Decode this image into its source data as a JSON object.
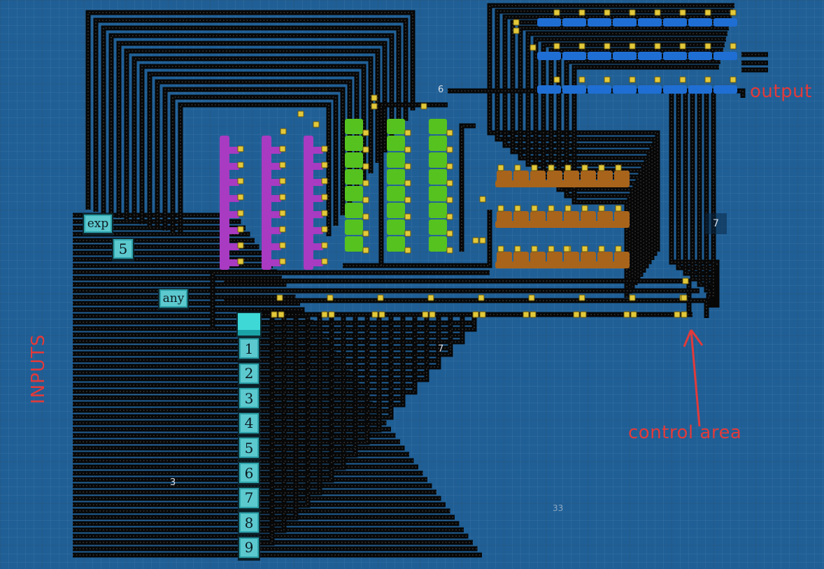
{
  "labels": {
    "inputs": "INPUTS",
    "output": "output",
    "control_area": "control area"
  },
  "blocks": {
    "exp": "exp",
    "five": "5",
    "any": "any",
    "keypad": [
      "1",
      "2",
      "3",
      "4",
      "5",
      "6",
      "7",
      "8",
      "9"
    ]
  },
  "markers": {
    "top_center": "6",
    "right_mid": "7",
    "center": "7",
    "left_bottom": "3",
    "bottom": "33"
  },
  "colors": {
    "background": "#1f5f96",
    "wire": "#070707",
    "wire_dots": "#3a3a3a",
    "node": "#e3c93a",
    "magenta_gate": "#a83bc1",
    "green_gate": "#56c21f",
    "orange_gate": "#a8641b",
    "blue_gate": "#1f6ed4",
    "tile": "#5cc9cf",
    "annotation": "#e23a3a"
  }
}
